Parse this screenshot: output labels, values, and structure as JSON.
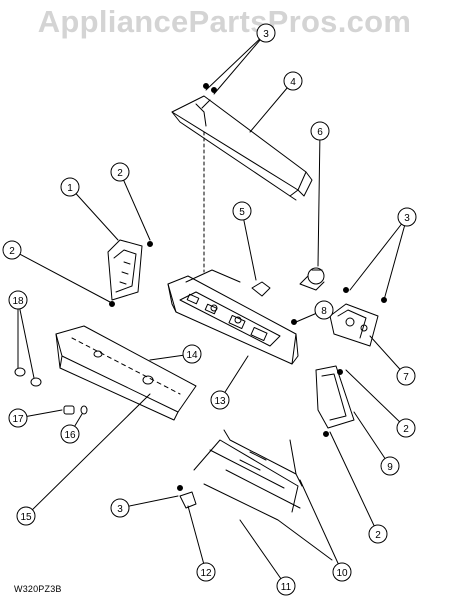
{
  "watermark": "AppliancePartsPros.com",
  "diagram_code": "W320PZ3B",
  "callouts": [
    "3",
    "4",
    "6",
    "2",
    "1",
    "5",
    "3",
    "2",
    "18",
    "8",
    "14",
    "7",
    "13",
    "17",
    "16",
    "2",
    "15",
    "9",
    "3",
    "2",
    "12",
    "11",
    "10"
  ]
}
